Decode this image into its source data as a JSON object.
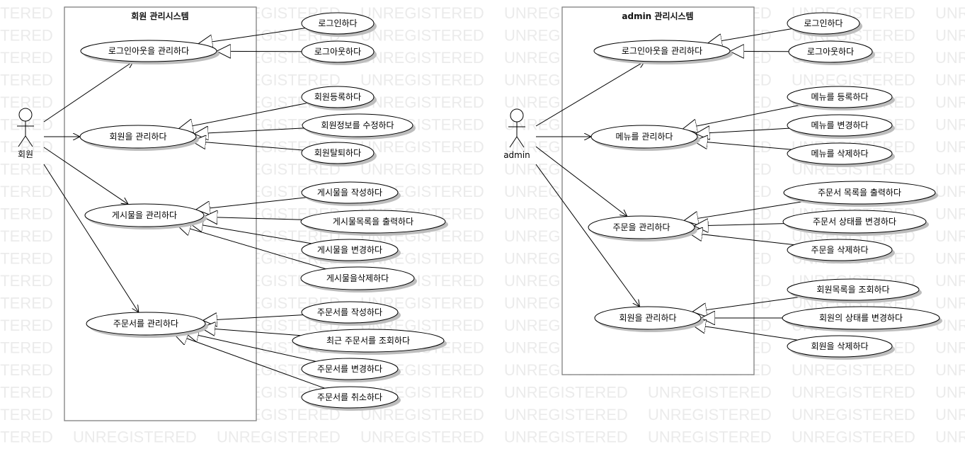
{
  "watermark": "UNREGISTERED",
  "systems": [
    {
      "id": "member-system",
      "title": "회원 관리시스템"
    },
    {
      "id": "admin-system",
      "title": "admin 관리시스템"
    }
  ],
  "actors": [
    {
      "id": "member",
      "label": "회원"
    },
    {
      "id": "admin",
      "label": "admin"
    }
  ],
  "use_cases": [
    {
      "id": "m-login-manage",
      "label": "로그인아웃을 관리하다"
    },
    {
      "id": "m-login",
      "label": "로그인하다"
    },
    {
      "id": "m-logout",
      "label": "로그아웃하다"
    },
    {
      "id": "m-member-manage",
      "label": "회원을 관리하다"
    },
    {
      "id": "m-register",
      "label": "회원등록하다"
    },
    {
      "id": "m-edit-info",
      "label": "회원정보를 수정하다"
    },
    {
      "id": "m-withdraw",
      "label": "회원탈퇴하다"
    },
    {
      "id": "m-post-manage",
      "label": "게시물을 관리하다"
    },
    {
      "id": "m-post-write",
      "label": "게시물을 작성하다"
    },
    {
      "id": "m-post-list",
      "label": "게시물목록을 출력하다"
    },
    {
      "id": "m-post-edit",
      "label": "게시물을 변경하다"
    },
    {
      "id": "m-post-delete",
      "label": "게시물을삭제하다"
    },
    {
      "id": "m-order-manage",
      "label": "주문서를 관리하다"
    },
    {
      "id": "m-order-write",
      "label": "주문서를 작성하다"
    },
    {
      "id": "m-order-recent",
      "label": "최근 주문서를 조회하다"
    },
    {
      "id": "m-order-edit",
      "label": "주문서를 변경하다"
    },
    {
      "id": "m-order-cancel",
      "label": "주문서를 취소하다"
    },
    {
      "id": "a-login-manage",
      "label": "로그인아웃을 관리하다"
    },
    {
      "id": "a-login",
      "label": "로그인하다"
    },
    {
      "id": "a-logout",
      "label": "로그아웃하다"
    },
    {
      "id": "a-menu-manage",
      "label": "메뉴를 관리하다"
    },
    {
      "id": "a-menu-register",
      "label": "메뉴를 등록하다"
    },
    {
      "id": "a-menu-edit",
      "label": "메뉴를 변경하다"
    },
    {
      "id": "a-menu-delete",
      "label": "메뉴를 삭제하다"
    },
    {
      "id": "a-order-manage",
      "label": "주문을 관리하다"
    },
    {
      "id": "a-order-list",
      "label": "주문서 목록을 출력하다"
    },
    {
      "id": "a-order-status",
      "label": "주문서 상태를 변경하다"
    },
    {
      "id": "a-order-delete",
      "label": "주문을 삭제하다"
    },
    {
      "id": "a-member-manage",
      "label": "회원을 관리하다"
    },
    {
      "id": "a-member-list",
      "label": "회원목록을 조회하다"
    },
    {
      "id": "a-member-status",
      "label": "회원의 상태를 변경하다"
    },
    {
      "id": "a-member-delete",
      "label": "회원을 삭제하다"
    }
  ]
}
